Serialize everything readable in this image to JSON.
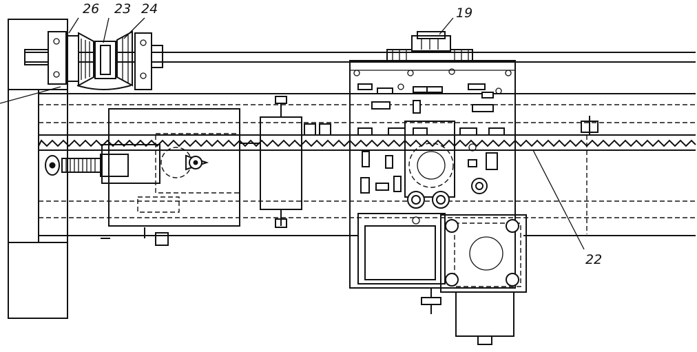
{
  "figure": {
    "labels": {
      "l26": "26",
      "l23": "23",
      "l24": "24",
      "l19": "19",
      "l22": "22"
    },
    "ink_color": "#111111",
    "paper_color": "#ffffff"
  }
}
